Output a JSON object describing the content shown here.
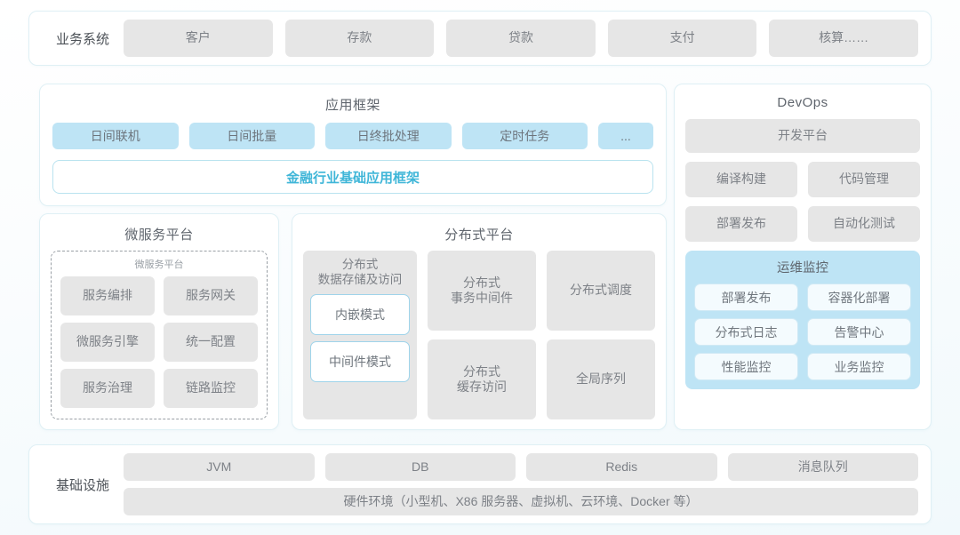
{
  "business": {
    "label": "业务系统",
    "items": [
      "客户",
      "存款",
      "贷款",
      "支付",
      "核算……"
    ]
  },
  "app_framework": {
    "title": "应用框架",
    "pills": [
      "日间联机",
      "日间批量",
      "日终批处理",
      "定时任务",
      "..."
    ],
    "band": "金融行业基础应用框架",
    "band_color": "#3fb6d8"
  },
  "microservice": {
    "title": "微服务平台",
    "inner_title": "微服务平台",
    "items": [
      "服务编排",
      "服务网关",
      "微服务引擎",
      "统一配置",
      "服务治理",
      "链路监控"
    ]
  },
  "distributed": {
    "title": "分布式平台",
    "col1": {
      "title": "分布式\n数据存储及访问",
      "title_line1": "分布式",
      "title_line2": "数据存储及访问",
      "modes": [
        "内嵌模式",
        "中间件模式"
      ]
    },
    "cells": [
      {
        "line1": "分布式",
        "line2": "事务中间件"
      },
      {
        "line1": "分布式调度",
        "line2": ""
      },
      {
        "line1": "分布式",
        "line2": "缓存访问"
      },
      {
        "line1": "全局序列",
        "line2": ""
      }
    ]
  },
  "devops": {
    "title": "DevOps",
    "platform": "开发平台",
    "items": [
      "编译构建",
      "代码管理",
      "部署发布",
      "自动化测试"
    ],
    "ops_monitor": {
      "title": "运维监控",
      "items": [
        "部署发布",
        "容器化部署",
        "分布式日志",
        "告警中心",
        "性能监控",
        "业务监控"
      ],
      "bg_color": "#bee4f5"
    }
  },
  "infrastructure": {
    "label": "基础设施",
    "items": [
      "JVM",
      "DB",
      "Redis",
      "消息队列"
    ],
    "hardware": "硬件环境（小型机、X86 服务器、虚拟机、云环境、Docker 等）"
  },
  "theme": {
    "card_border": "#dff0f5",
    "chip_gray": "#e6e6e6",
    "chip_blue": "#bee4f5",
    "accent": "#3fb6d8"
  }
}
